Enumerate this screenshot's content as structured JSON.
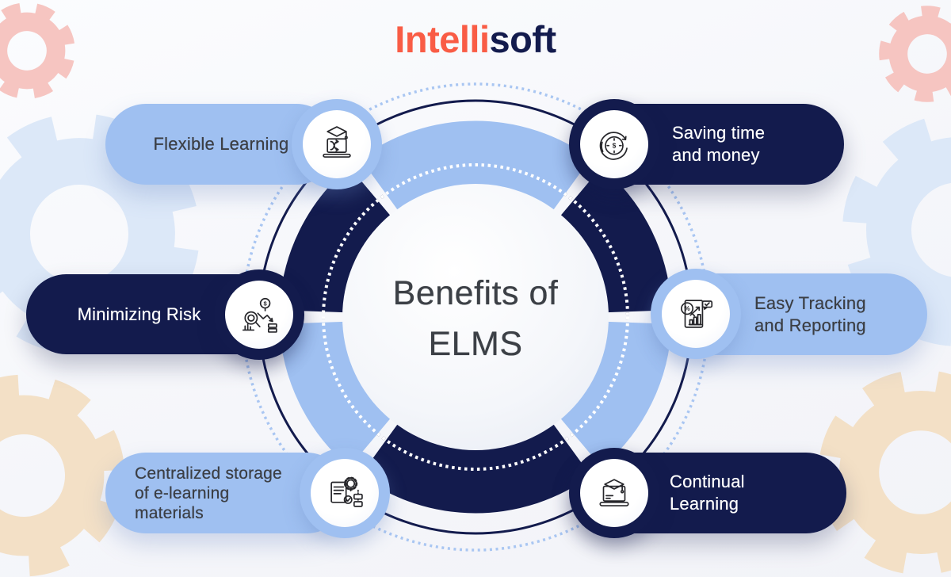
{
  "logo": {
    "text_orange": "Intelli",
    "text_navy": "soft"
  },
  "center": {
    "line1": "Benefits",
    "line2": "of ELMS"
  },
  "benefits": [
    {
      "id": "flexible-learning",
      "pill_color": "light-blue",
      "icon": "laptop-graduation-arrows-icon",
      "label_lines": [
        "Flexible Learning"
      ]
    },
    {
      "id": "saving-time-and-money",
      "pill_color": "navy",
      "icon": "clock-dollar-refresh-icon",
      "label_lines": [
        "Saving time",
        "and money"
      ]
    },
    {
      "id": "minimizing-risk",
      "pill_color": "navy",
      "icon": "risk-analysis-magnifier-icon",
      "label_lines": [
        "Minimizing Risk"
      ]
    },
    {
      "id": "easy-tracking-and-reporting",
      "pill_color": "light-blue",
      "icon": "report-percent-chart-icon",
      "label_lines": [
        "Easy Tracking",
        "and Reporting"
      ]
    },
    {
      "id": "centralized-storage",
      "pill_color": "light-blue",
      "icon": "document-gear-workflow-icon",
      "label_lines": [
        "Centralized storage",
        "of e-learning",
        "materials"
      ]
    },
    {
      "id": "continual-learning",
      "pill_color": "navy",
      "icon": "laptop-graduation-icon",
      "label_lines": [
        "Continual",
        "Learning"
      ]
    }
  ],
  "colors": {
    "navy": "#131b4d",
    "blue": "#9fc0f1",
    "pale-blue": "#dce8f8",
    "pink": "#f6c5c1",
    "tan": "#f3e0c6",
    "orange": "#f95c45",
    "text-dark": "#3b3e44",
    "text-light": "#ffffff",
    "dot-blue": "#a9c6f2",
    "center-text": "#3c4046"
  }
}
